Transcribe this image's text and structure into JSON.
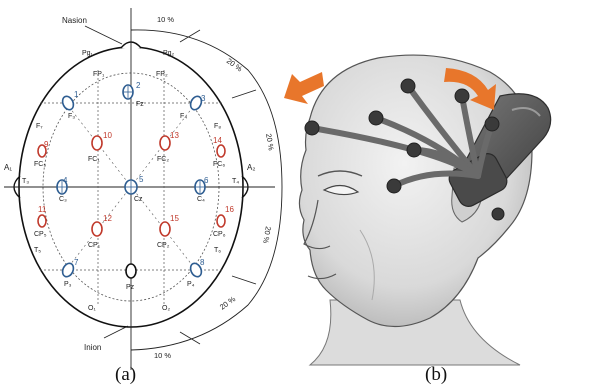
{
  "figure": {
    "panel_a_label": "(a)",
    "panel_b_label": "(b)"
  },
  "montage": {
    "landmarks": {
      "nasion": "Nasion",
      "inion": "Inion"
    },
    "ear_labels": {
      "left": "A₁",
      "right": "A₂"
    },
    "percent_labels": [
      "10 %",
      "20 %",
      "20 %",
      "20 %",
      "20 %",
      "10 %"
    ],
    "labels": {
      "pg1": "Pg₁",
      "pg2": "Pg₂",
      "fp1": "FP₁",
      "fp2": "FP₂",
      "fz": "Fz",
      "f3": "F₃",
      "f4": "F₄",
      "f7": "F₇",
      "f8": "F₈",
      "fc1": "FC₁",
      "fc2": "FC₂",
      "fc5": "FC₅",
      "fc6": "FC₆",
      "t3": "T₃",
      "t4": "T₄",
      "c3": "C₃",
      "c4": "C₄",
      "cz": "Cz",
      "cp1": "CP₁",
      "cp2": "CP₂",
      "cp5": "CP₅",
      "cp6": "CP₆",
      "t5": "T₅",
      "t6": "T₆",
      "p3": "P₃",
      "p4": "P₄",
      "pz": "Pz",
      "o1": "O₁",
      "o2": "O₂"
    },
    "channel_numbers": {
      "n1": "1",
      "n2": "2",
      "n3": "3",
      "n4": "4",
      "n5": "5",
      "n6": "6",
      "n7": "7",
      "n8": "8",
      "n9": "9",
      "n10": "10",
      "n11": "11",
      "n12": "12",
      "n13": "13",
      "n14": "14",
      "n15": "15",
      "n16": "16"
    },
    "colors": {
      "outline": "#111111",
      "standard_electrode": "#2e5d91",
      "additional_electrode": "#c0392b",
      "guide_line": "#555555"
    }
  },
  "headset_illustration": {
    "arrow_color": "#e8762b",
    "skin_color": "#e4e4e4",
    "headset_color": "#5a5a5a"
  }
}
